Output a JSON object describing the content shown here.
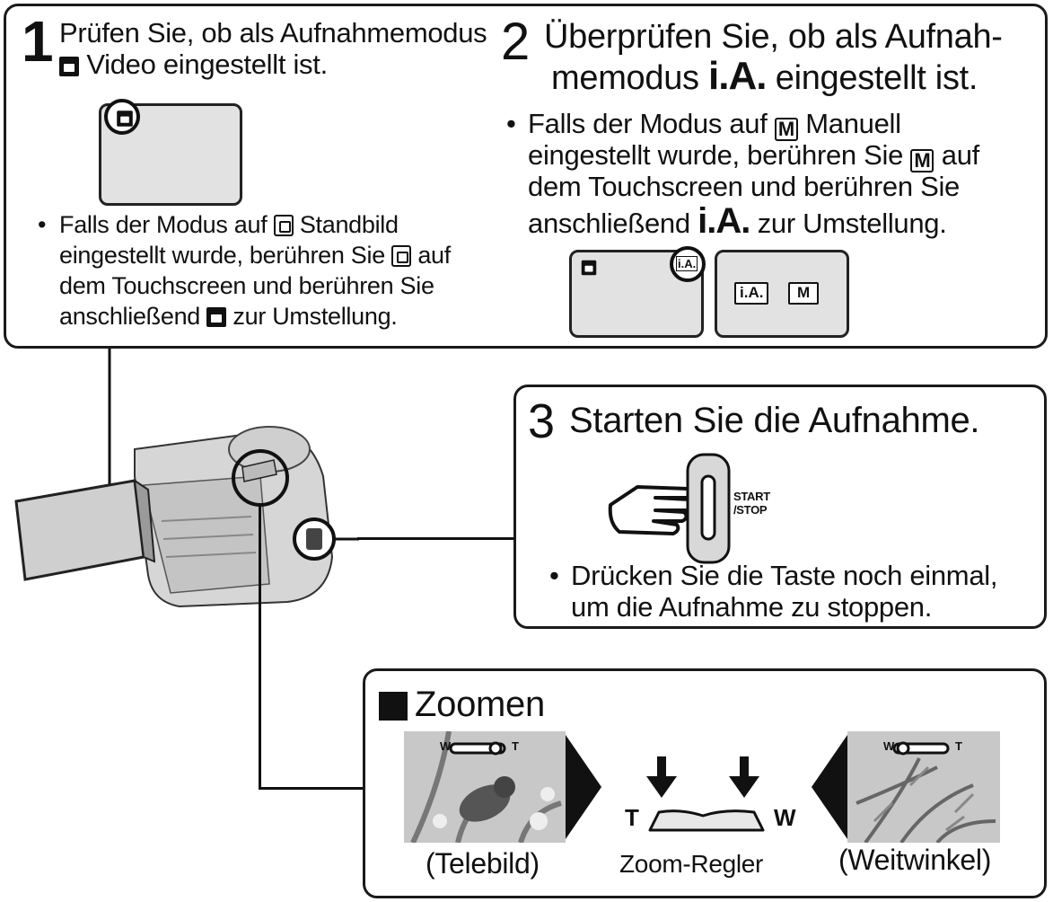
{
  "step1": {
    "number": "1",
    "line1": "Prüfen Sie, ob als Aufnahmemodus",
    "line2": "Video eingestellt ist.",
    "bullet": {
      "a": "Falls der Modus auf",
      "b": "Standbild",
      "c": "eingestellt wurde, berühren Sie",
      "d": "auf",
      "e": "dem Touchscreen und berühren Sie",
      "f": "anschließend",
      "g": "zur Umstellung."
    }
  },
  "step2": {
    "number": "2",
    "line1": "Überprüfen Sie, ob als Aufnah-",
    "line2a": "memodus",
    "ia": "i.A.",
    "line2b": "eingestellt ist.",
    "bullet": {
      "a": "Falls der Modus auf",
      "m": "M",
      "b": "Manuell",
      "c": "eingestellt wurde, berühren Sie",
      "d": "auf",
      "e": "dem Touchscreen und berühren Sie",
      "f": "anschließend",
      "g": "zur Umstellung."
    },
    "screen_badge": "i.A.",
    "btn_ia": "i.A.",
    "btn_m": "M"
  },
  "step3": {
    "number": "3",
    "title": "Starten Sie die Aufnahme.",
    "button_label_1": "START",
    "button_label_2": "/STOP",
    "bullet_line1": "Drücken Sie die Taste noch einmal,",
    "bullet_line2": "um die Aufnahme zu stoppen."
  },
  "zoom": {
    "title": "Zoomen",
    "tele_label": "(Telebild)",
    "regler_label": "Zoom-Regler",
    "wide_label": "(Weitwinkel)",
    "t": "T",
    "w": "W",
    "slider_w": "W",
    "slider_t": "T"
  },
  "colors": {
    "ink": "#111111",
    "screen": "#e2e2e2",
    "photo": "#c8c8c8"
  }
}
